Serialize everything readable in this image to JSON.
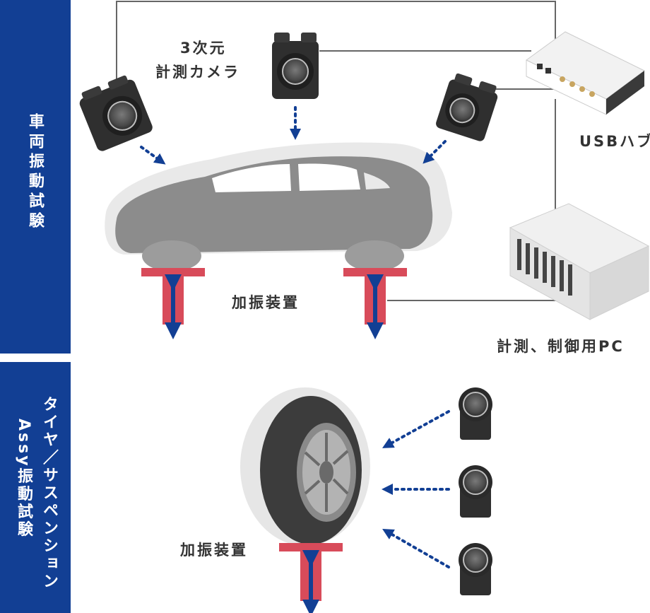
{
  "section_vehicle": {
    "title": "車両振動試験"
  },
  "section_tire": {
    "title_line1": "タイヤ／サスペンション",
    "title_line2": "Assy振動試験"
  },
  "labels": {
    "camera_line1": "3次元",
    "camera_line2": "計測カメラ",
    "usb_hub": "USBハブ",
    "exciter_top": "加振装置",
    "pc": "計測、制御用PC",
    "exciter_bottom": "加振装置"
  },
  "colors": {
    "band": "#123f94",
    "exciter": "#d84b5a",
    "arrow": "#123f94",
    "cable": "#666666",
    "body": "#8c8c8c"
  }
}
